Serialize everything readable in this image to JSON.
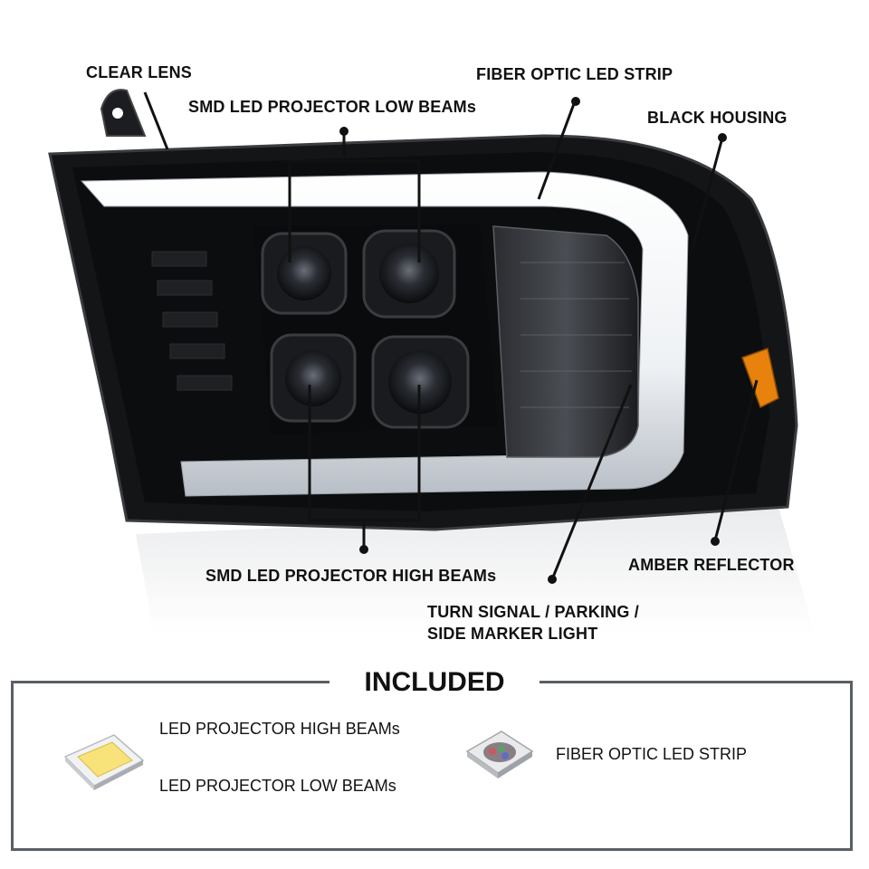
{
  "callouts": {
    "clear_lens": "CLEAR LENS",
    "smd_low_beams": "SMD LED PROJECTOR LOW BEAMs",
    "fiber_optic_strip": "FIBER OPTIC LED STRIP",
    "black_housing": "BLACK HOUSING",
    "smd_high_beams": "SMD LED PROJECTOR HIGH BEAMs",
    "amber_reflector": "AMBER REFLECTOR",
    "turn_signal_line1": "TURN SIGNAL / PARKING /",
    "turn_signal_line2": "SIDE MARKER LIGHT"
  },
  "included": {
    "title": "INCLUDED",
    "items": [
      "LED PROJECTOR HIGH BEAMs",
      "LED PROJECTOR LOW BEAMs",
      "FIBER OPTIC LED STRIP"
    ]
  },
  "colors": {
    "housing": "#111214",
    "amber": "#e8820c",
    "led_yellow": "#f8e27a",
    "frame": "#5a5f66"
  },
  "icons": {
    "headlight": "headlight-assembly-icon",
    "smd_white": "smd-led-chip-icon",
    "smd_rgb": "rgb-led-chip-icon"
  }
}
